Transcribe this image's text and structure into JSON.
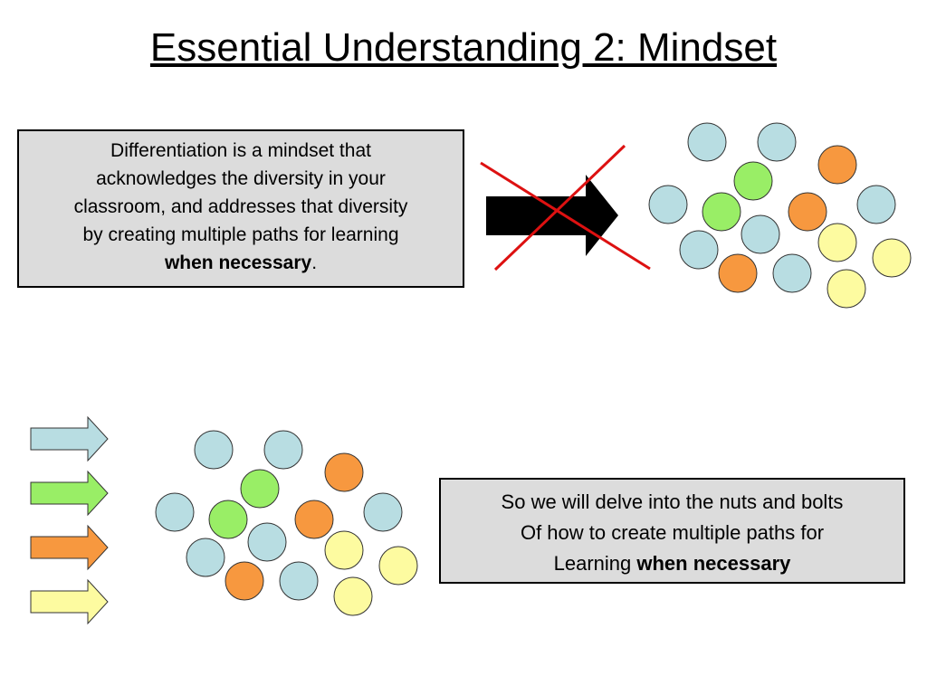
{
  "title": "Essential Understanding 2: Mindset",
  "box_top": {
    "lines": [
      "Differentiation is a mindset that",
      "acknowledges the diversity in your",
      "classroom, and addresses that diversity",
      "by creating multiple paths for learning"
    ],
    "emphasis": "when necessary",
    "suffix": "."
  },
  "box_bottom": {
    "lines": [
      "So we will delve into the nuts and bolts",
      "Of how to create multiple paths for"
    ],
    "last_prefix": "Learning ",
    "emphasis": "when necessary"
  },
  "colors": {
    "blue": "#b8dde2",
    "green": "#99ee66",
    "orange": "#f7983f",
    "yellow": "#fdfba0",
    "cross": "#dd1111",
    "arrow_black": "#000000"
  },
  "icons": [
    "single-black-arrow-icon",
    "red-cross-icon",
    "colored-arrow-icon"
  ]
}
